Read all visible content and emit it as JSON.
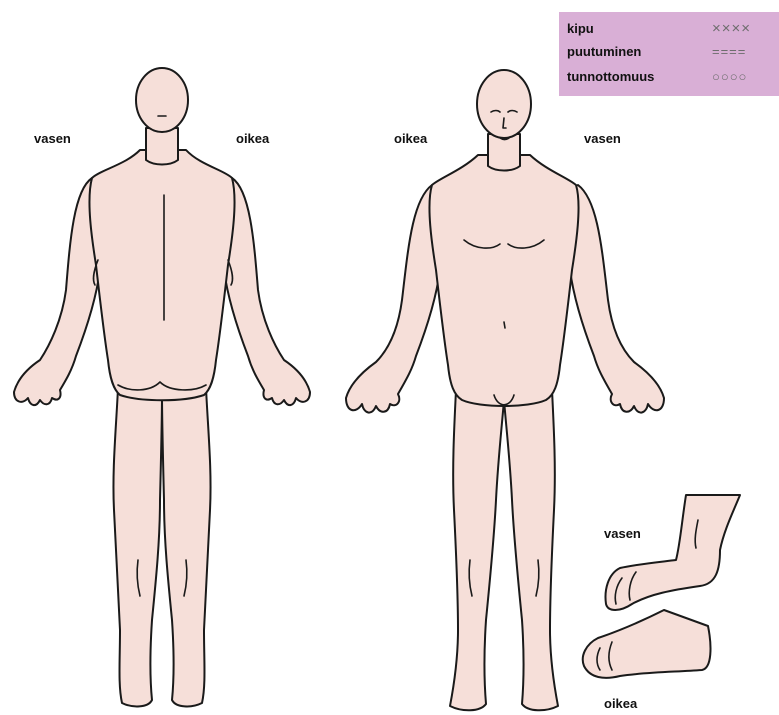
{
  "legend": {
    "items": [
      {
        "label": "kipu",
        "symbol": "××××"
      },
      {
        "label": "puutuminen",
        "symbol": "===="
      },
      {
        "label": "tunnottomuus",
        "symbol": "○○○○"
      }
    ]
  },
  "back_view": {
    "left_label": "vasen",
    "right_label": "oikea"
  },
  "front_view": {
    "left_label": "oikea",
    "right_label": "vasen"
  },
  "feet_view": {
    "top_label": "vasen",
    "bottom_label": "oikea"
  },
  "colors": {
    "skin": "#f6dfd9",
    "outline": "#1a1a1a",
    "legend_bg": "#d9afd6",
    "symbol": "#6d6d6d"
  }
}
